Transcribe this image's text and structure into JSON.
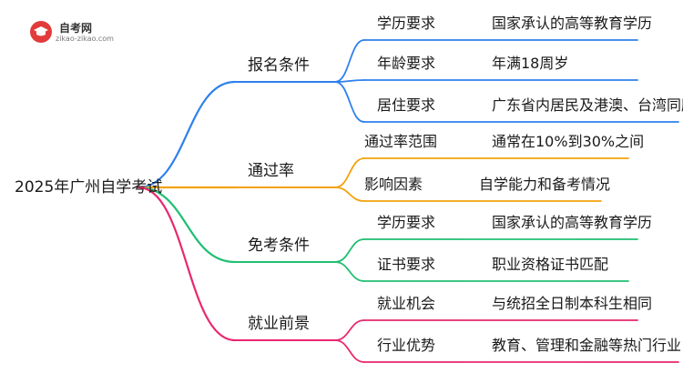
{
  "logo": {
    "name": "自考网",
    "domain": "zikao-zikao.com",
    "badge_color": "#e23b3b",
    "icon": "graduation-cap-icon"
  },
  "root": {
    "label": "2025年广州自学考试"
  },
  "branches": [
    {
      "label": "报名条件",
      "color": "#2f80ed",
      "items": [
        {
          "key": "学历要求",
          "value": "国家承认的高等教育学历"
        },
        {
          "key": "年龄要求",
          "value": "年满18周岁"
        },
        {
          "key": "居住要求",
          "value": "广东省内居民及港澳、台湾同胞"
        }
      ]
    },
    {
      "label": "通过率",
      "color": "#f2a20c",
      "items": [
        {
          "key": "通过率范围",
          "value": "通常在10%到30%之间"
        },
        {
          "key": "影响因素",
          "value": "自学能力和备考情况"
        }
      ]
    },
    {
      "label": "免考条件",
      "color": "#1fbf72",
      "items": [
        {
          "key": "学历要求",
          "value": "国家承认的高等教育学历"
        },
        {
          "key": "证书要求",
          "value": "职业资格证书匹配"
        }
      ]
    },
    {
      "label": "就业前景",
      "color": "#e8286f",
      "items": [
        {
          "key": "就业机会",
          "value": "与统招全日制本科生相同"
        },
        {
          "key": "行业优势",
          "value": "教育、管理和金融等热门行业"
        }
      ]
    }
  ]
}
